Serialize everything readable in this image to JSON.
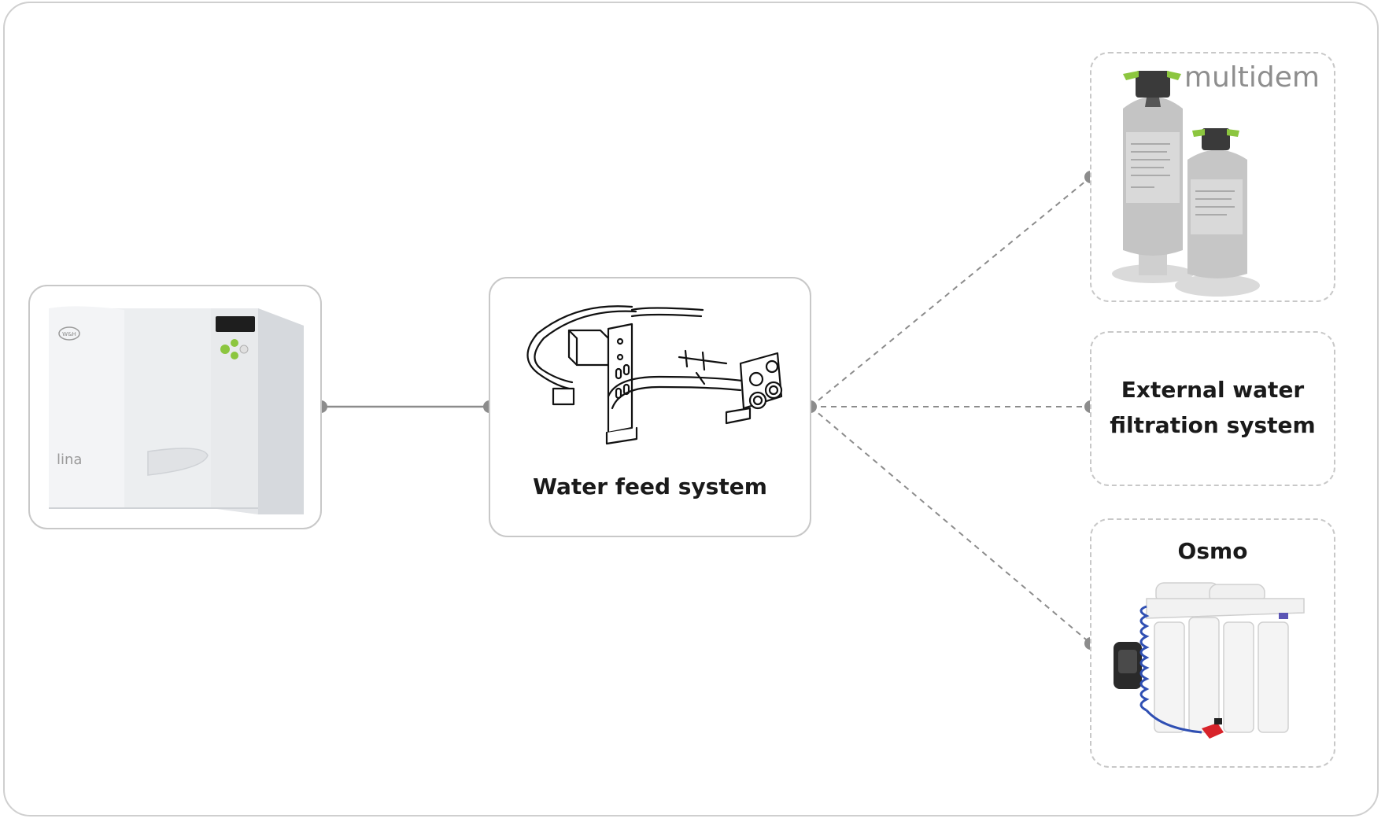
{
  "diagram": {
    "water_feed_label": "Water feed system",
    "external_filtration_label": "External water\nfiltration system",
    "osmo_label": "Osmo",
    "multidem_logo": "multidem",
    "autoclave_brand": "lina",
    "autoclave_badge": "W&H"
  },
  "colors": {
    "connector": "#8c8c8c",
    "border": "#c8c8c8",
    "accent_green": "#8cc63f"
  }
}
